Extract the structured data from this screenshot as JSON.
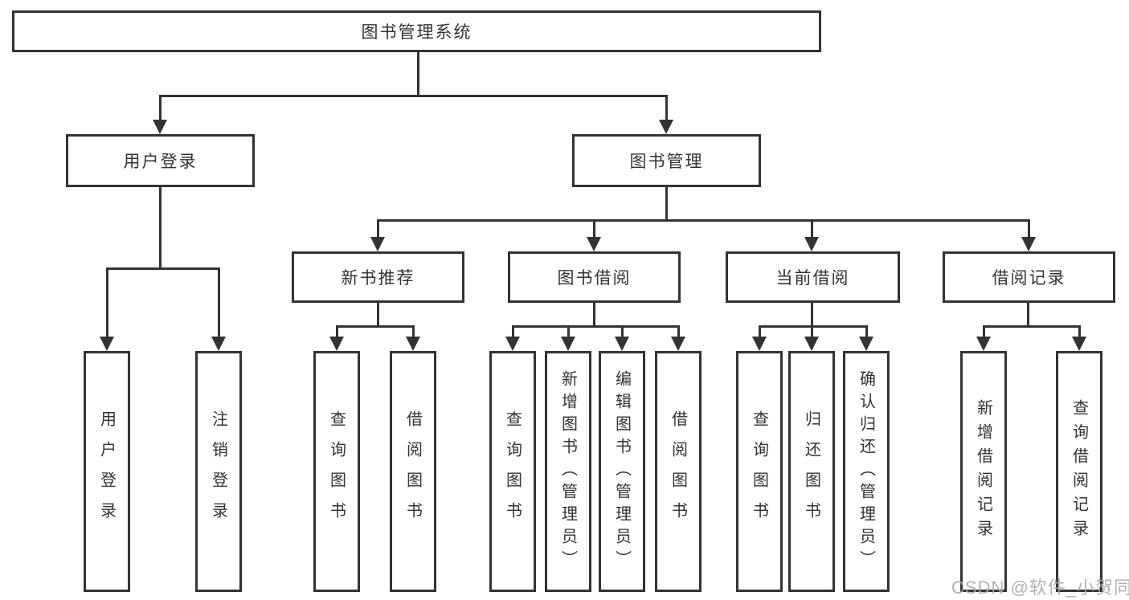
{
  "diagram": {
    "nodes": {
      "root": "图书管理系统",
      "user_login": "用户登录",
      "book_management": "图书管理",
      "new_book_recommend": "新书推荐",
      "book_borrow": "图书借阅",
      "current_borrow": "当前借阅",
      "borrow_records": "借阅记录",
      "ul_user_login": "用户登录",
      "ul_logout": "注销登录",
      "nb_query_books": "查询图书",
      "nb_borrow_books": "借阅图书",
      "bb_query_books": "查询图书",
      "bb_add_books_admin": "新增图书（管理员）",
      "bb_edit_books_admin": "编辑图书（管理员）",
      "bb_borrow_books": "借阅图书",
      "cb_query_books": "查询图书",
      "cb_return_books": "归还图书",
      "cb_confirm_return_admin": "确认归还（管理员）",
      "br_add_record": "新增借阅记录",
      "br_query_record": "查询借阅记录"
    },
    "line_color": "#333333",
    "watermark": "CSDN @软件_小贺同学"
  }
}
